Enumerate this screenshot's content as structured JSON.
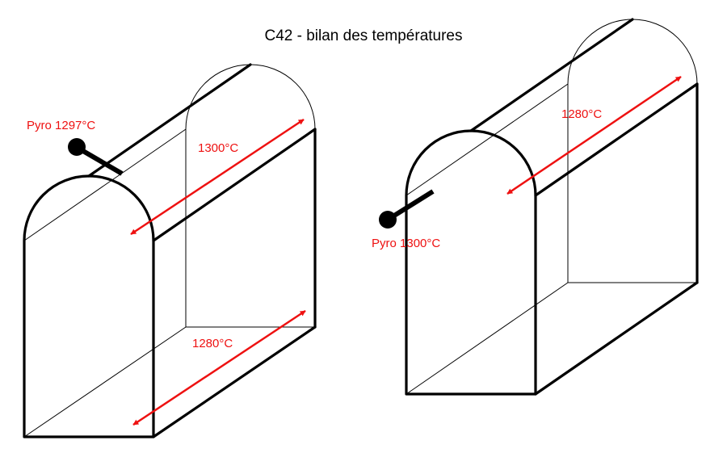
{
  "title": "C42 - bilan des températures",
  "colors": {
    "annotation": "#ee1111",
    "outline": "#000000",
    "background": "#ffffff"
  },
  "left_vault": {
    "pyro_label": "Pyro 1297°C",
    "upper_temp": "1300°C",
    "lower_temp": "1280°C"
  },
  "right_vault": {
    "pyro_label": "Pyro 1300°C",
    "upper_temp": "1280°C"
  }
}
